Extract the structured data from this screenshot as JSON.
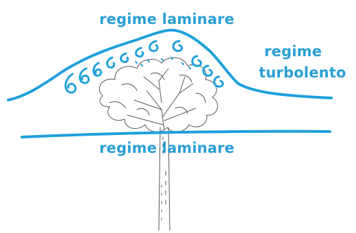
{
  "labels": {
    "top": "regime laminare",
    "right_line1": "regime",
    "right_line2": "turbolento",
    "bottom": "regime laminare"
  },
  "colors": {
    "flow": "#1fa0dc",
    "label": "#2a9fd6",
    "tree": "#555555"
  },
  "icons": {
    "tree": "tree-sketch",
    "eddies": "turbulent-eddy-swirls"
  }
}
